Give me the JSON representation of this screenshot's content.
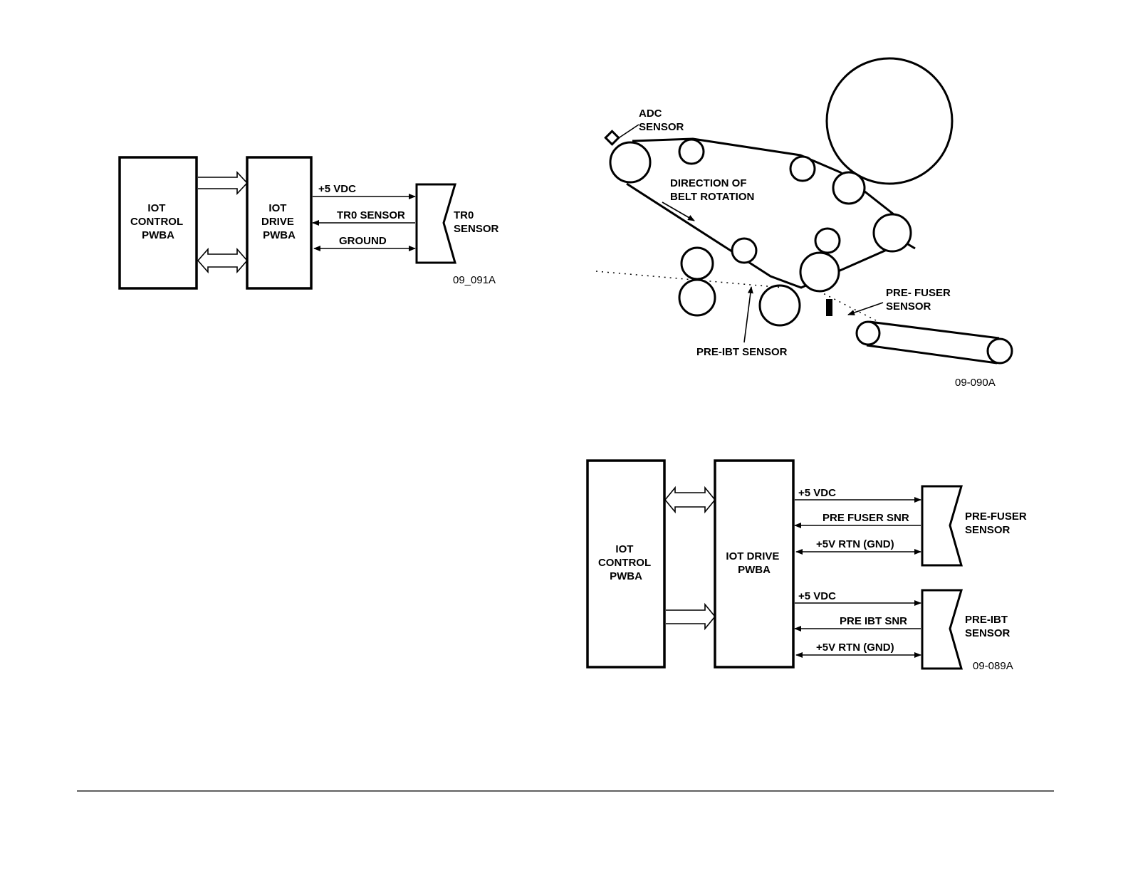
{
  "diagram_tr0": {
    "control_box": [
      "IOT",
      "CONTROL",
      "PWBA"
    ],
    "drive_box": [
      "IOT",
      "DRIVE",
      "PWBA"
    ],
    "signals": [
      "+5 VDC",
      "TR0 SENSOR",
      "GROUND"
    ],
    "sensor": [
      "TR0",
      "SENSOR"
    ],
    "figure_id": "09_091A"
  },
  "diagram_belt": {
    "adc_sensor": [
      "ADC",
      "SENSOR"
    ],
    "direction": [
      "DIRECTION OF",
      "BELT ROTATION"
    ],
    "pre_fuser_sensor": [
      "PRE- FUSER",
      "SENSOR"
    ],
    "pre_ibt_sensor": "PRE-IBT SENSOR",
    "figure_id": "09-090A"
  },
  "diagram_prefuser": {
    "control_box": [
      "IOT",
      "CONTROL",
      "PWBA"
    ],
    "drive_box": [
      "IOT DRIVE",
      "PWBA"
    ],
    "pre_fuser_signals": [
      "+5 VDC",
      "PRE FUSER SNR",
      "+5V RTN (GND)"
    ],
    "pre_fuser_sensor": [
      "PRE-FUSER",
      "SENSOR"
    ],
    "pre_ibt_signals": [
      "+5 VDC",
      "PRE IBT SNR",
      "+5V RTN (GND)"
    ],
    "pre_ibt_sensor": [
      "PRE-IBT",
      "SENSOR"
    ],
    "figure_id": "09-089A"
  }
}
